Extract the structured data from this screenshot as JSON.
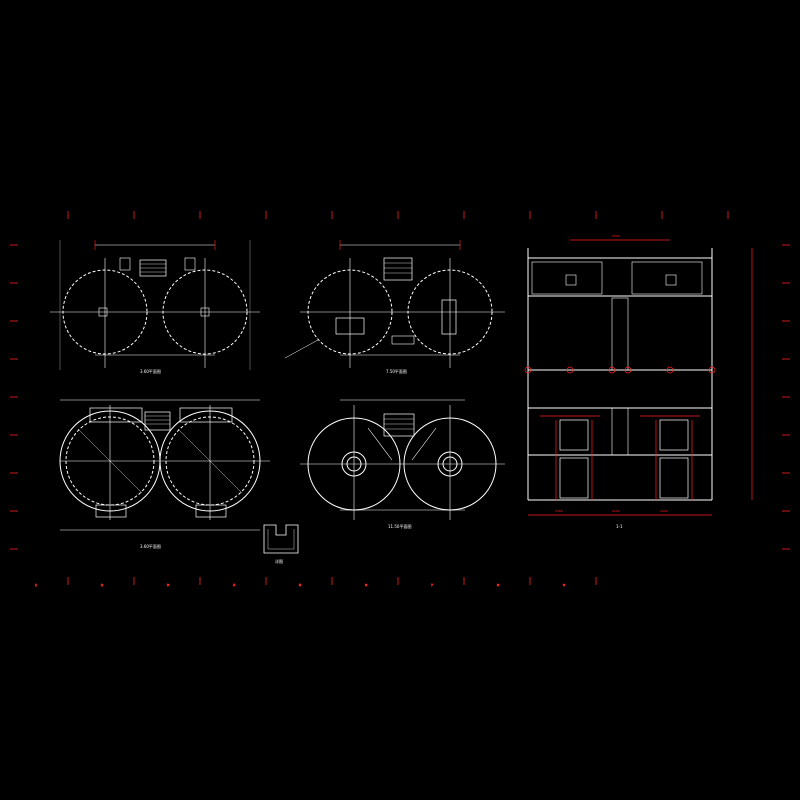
{
  "colors": {
    "background": "#000000",
    "linework": "#ffffff",
    "dimension": "#ff2020",
    "grid": "#ffffff"
  },
  "drawing": {
    "views": [
      {
        "id": "plan-top-left",
        "label": "3.60平面图"
      },
      {
        "id": "plan-top-middle",
        "label": "7.50平面图"
      },
      {
        "id": "plan-bottom-left",
        "label": "3.60平面图"
      },
      {
        "id": "plan-bottom-middle",
        "label": "11.50平面图"
      },
      {
        "id": "detail",
        "label": "详图"
      },
      {
        "id": "section",
        "label": "1-1"
      }
    ],
    "section_marks": [
      "1",
      "2",
      "3",
      "4",
      "5",
      "6",
      "7",
      "8",
      "9"
    ],
    "section_dimensions": {
      "top_width": "7500",
      "bottom_left": "2400",
      "bottom_mid": "2100",
      "bottom_right": "2400"
    }
  }
}
